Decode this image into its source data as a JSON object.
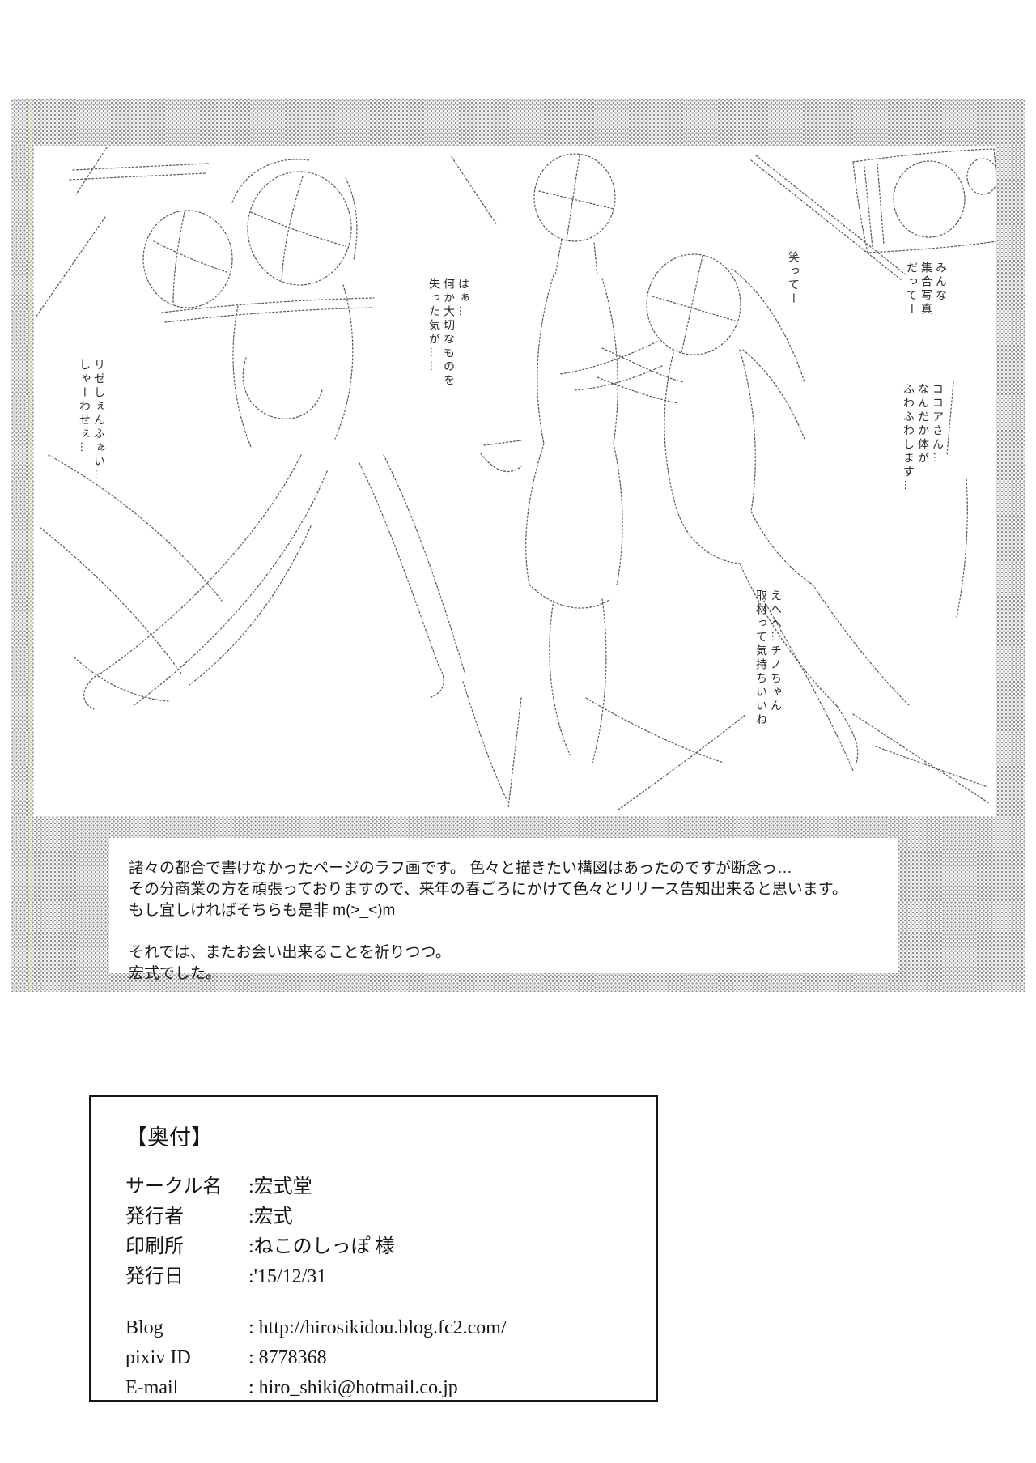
{
  "colors": {
    "paper": "#ffffff",
    "halftone_dot": "#8e8e8e",
    "ink": "#1a1a1a",
    "sketch_stroke": "#4a4a4a"
  },
  "sketch": {
    "annotations": [
      {
        "text": "はぁ…\n何か大切なものを\n失った気が……"
      },
      {
        "text": "リゼしぇんふぁい…\nしゃーわせぇ…"
      },
      {
        "text": "笑ってー"
      },
      {
        "text": "みんな\n集合写真\nだってー"
      },
      {
        "text": "ココアさん…\nなんだか体が\nふわふわします…"
      },
      {
        "text": "えへへ…チノちゃん\n取材って気持ちいいね"
      }
    ]
  },
  "afterword": {
    "para1": [
      "諸々の都合で書けなかったページのラフ画です。 色々と描きたい構図はあったのですが断念っ…",
      "その分商業の方を頑張っておりますので、来年の春ごろにかけて色々とリリース告知出来ると思います。",
      "もし宜しければそちらも是非  m(>_<)m"
    ],
    "para2": [
      "それでは、またお会い出来ることを祈りつつ。",
      "宏式でした。"
    ]
  },
  "colophon": {
    "title": "【奥付】",
    "rows": [
      {
        "label": "サークル名",
        "value": ":宏式堂"
      },
      {
        "label": "発行者",
        "value": ":宏式"
      },
      {
        "label": "印刷所",
        "value": ":ねこのしっぽ 様"
      },
      {
        "label": "発行日",
        "value": ":'15/12/31"
      },
      {
        "label": "Blog",
        "value": ": http://hirosikidou.blog.fc2.com/"
      },
      {
        "label": "pixiv ID",
        "value": ": 8778368"
      },
      {
        "label": "E-mail",
        "value": ": hiro_shiki@hotmail.co.jp"
      }
    ]
  }
}
